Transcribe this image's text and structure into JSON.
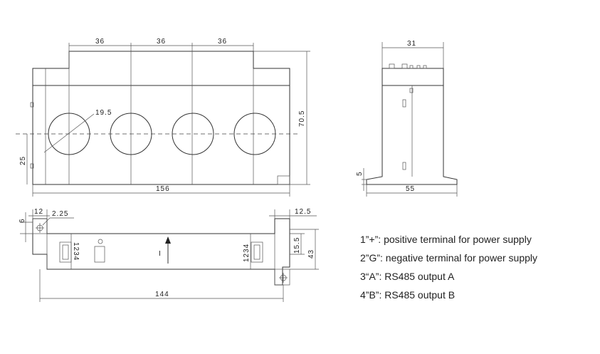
{
  "front_view": {
    "dims": {
      "top1": "36",
      "top2": "36",
      "top3": "36",
      "radius": "19.5",
      "height": "70.5",
      "offset": "25",
      "width": "156"
    }
  },
  "side_view": {
    "dims": {
      "depth": "31",
      "base_height": "5",
      "base_width": "55"
    }
  },
  "bottom_view": {
    "dims": {
      "left_edge": "12",
      "left_small": "6",
      "hole": "2.25",
      "right_edge": "12.5",
      "right_inner": "15.5",
      "right_height": "43",
      "length": "144"
    },
    "terminal_label_left": "1234",
    "terminal_label_right": "1234",
    "current_label": "I"
  },
  "notes": [
    "1”+”: positive terminal for power supply",
    "2”G”: negative terminal for power supply",
    "3“A”: RS485 output A",
    "4”B”: RS485 output B"
  ]
}
